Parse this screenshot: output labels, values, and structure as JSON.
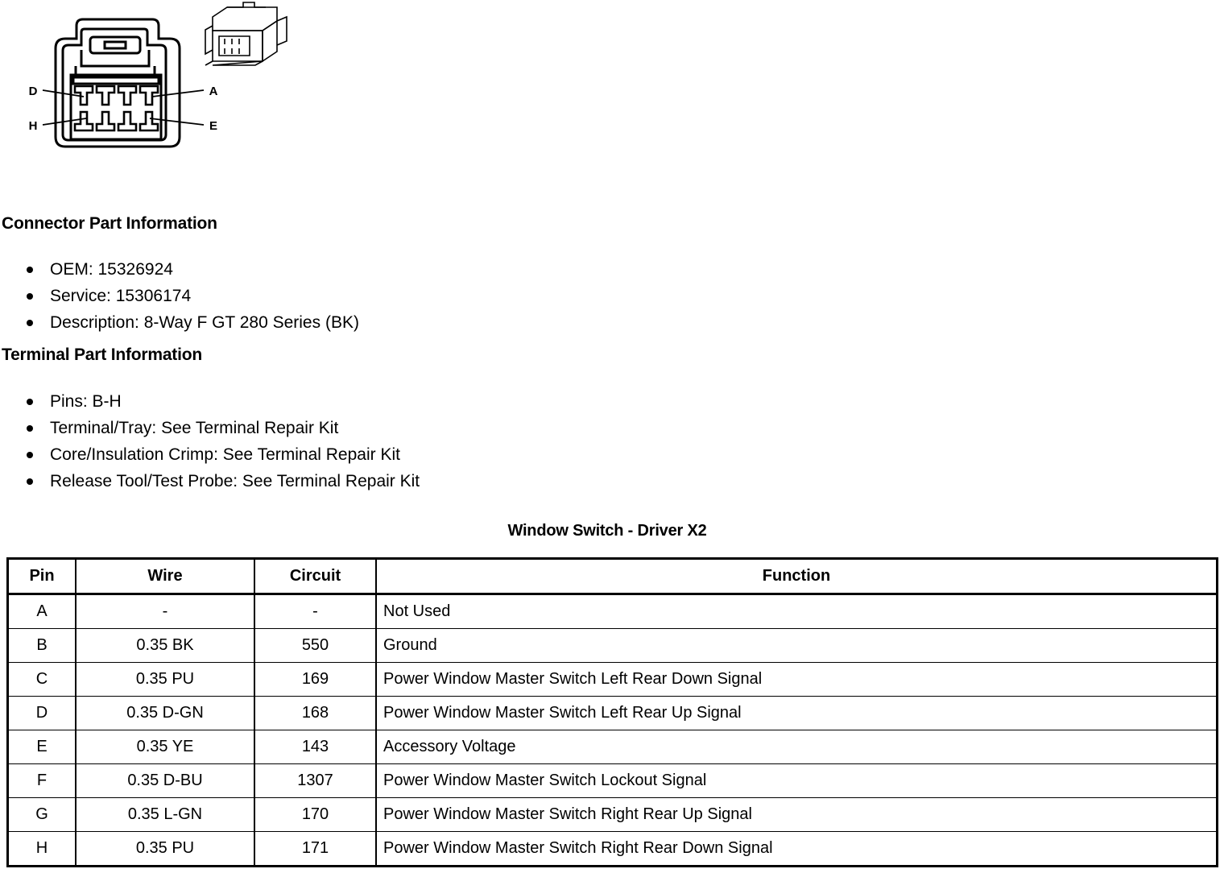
{
  "diagram": {
    "name": "connector-face-view",
    "pin_labels": {
      "top_left": "D",
      "top_right": "A",
      "bottom_left": "H",
      "bottom_right": "E"
    },
    "cavity_count": 8,
    "line_color": "#000000",
    "fill_color": "#ffffff"
  },
  "connector_part": {
    "heading": "Connector Part Information",
    "items": [
      "OEM: 15326924",
      "Service: 15306174",
      "Description: 8-Way F GT 280 Series (BK)"
    ]
  },
  "terminal_part": {
    "heading": "Terminal Part Information",
    "items": [
      "Pins: B-H",
      "Terminal/Tray: See Terminal Repair Kit",
      "Core/Insulation Crimp: See Terminal Repair Kit",
      "Release Tool/Test Probe: See Terminal Repair Kit"
    ]
  },
  "pinout": {
    "title": "Window Switch - Driver X2",
    "columns": [
      "Pin",
      "Wire",
      "Circuit",
      "Function"
    ],
    "rows": [
      {
        "pin": "A",
        "wire": "-",
        "circuit": "-",
        "function": "Not Used"
      },
      {
        "pin": "B",
        "wire": "0.35 BK",
        "circuit": "550",
        "function": "Ground"
      },
      {
        "pin": "C",
        "wire": "0.35 PU",
        "circuit": "169",
        "function": "Power Window Master Switch Left Rear Down Signal"
      },
      {
        "pin": "D",
        "wire": "0.35 D-GN",
        "circuit": "168",
        "function": "Power Window Master Switch Left Rear Up Signal"
      },
      {
        "pin": "E",
        "wire": "0.35 YE",
        "circuit": "143",
        "function": "Accessory Voltage"
      },
      {
        "pin": "F",
        "wire": "0.35 D-BU",
        "circuit": "1307",
        "function": "Power Window Master Switch Lockout Signal"
      },
      {
        "pin": "G",
        "wire": "0.35 L-GN",
        "circuit": "170",
        "function": "Power Window Master Switch Right Rear Up Signal"
      },
      {
        "pin": "H",
        "wire": "0.35 PU",
        "circuit": "171",
        "function": "Power Window Master Switch Right Rear Down Signal"
      }
    ]
  }
}
